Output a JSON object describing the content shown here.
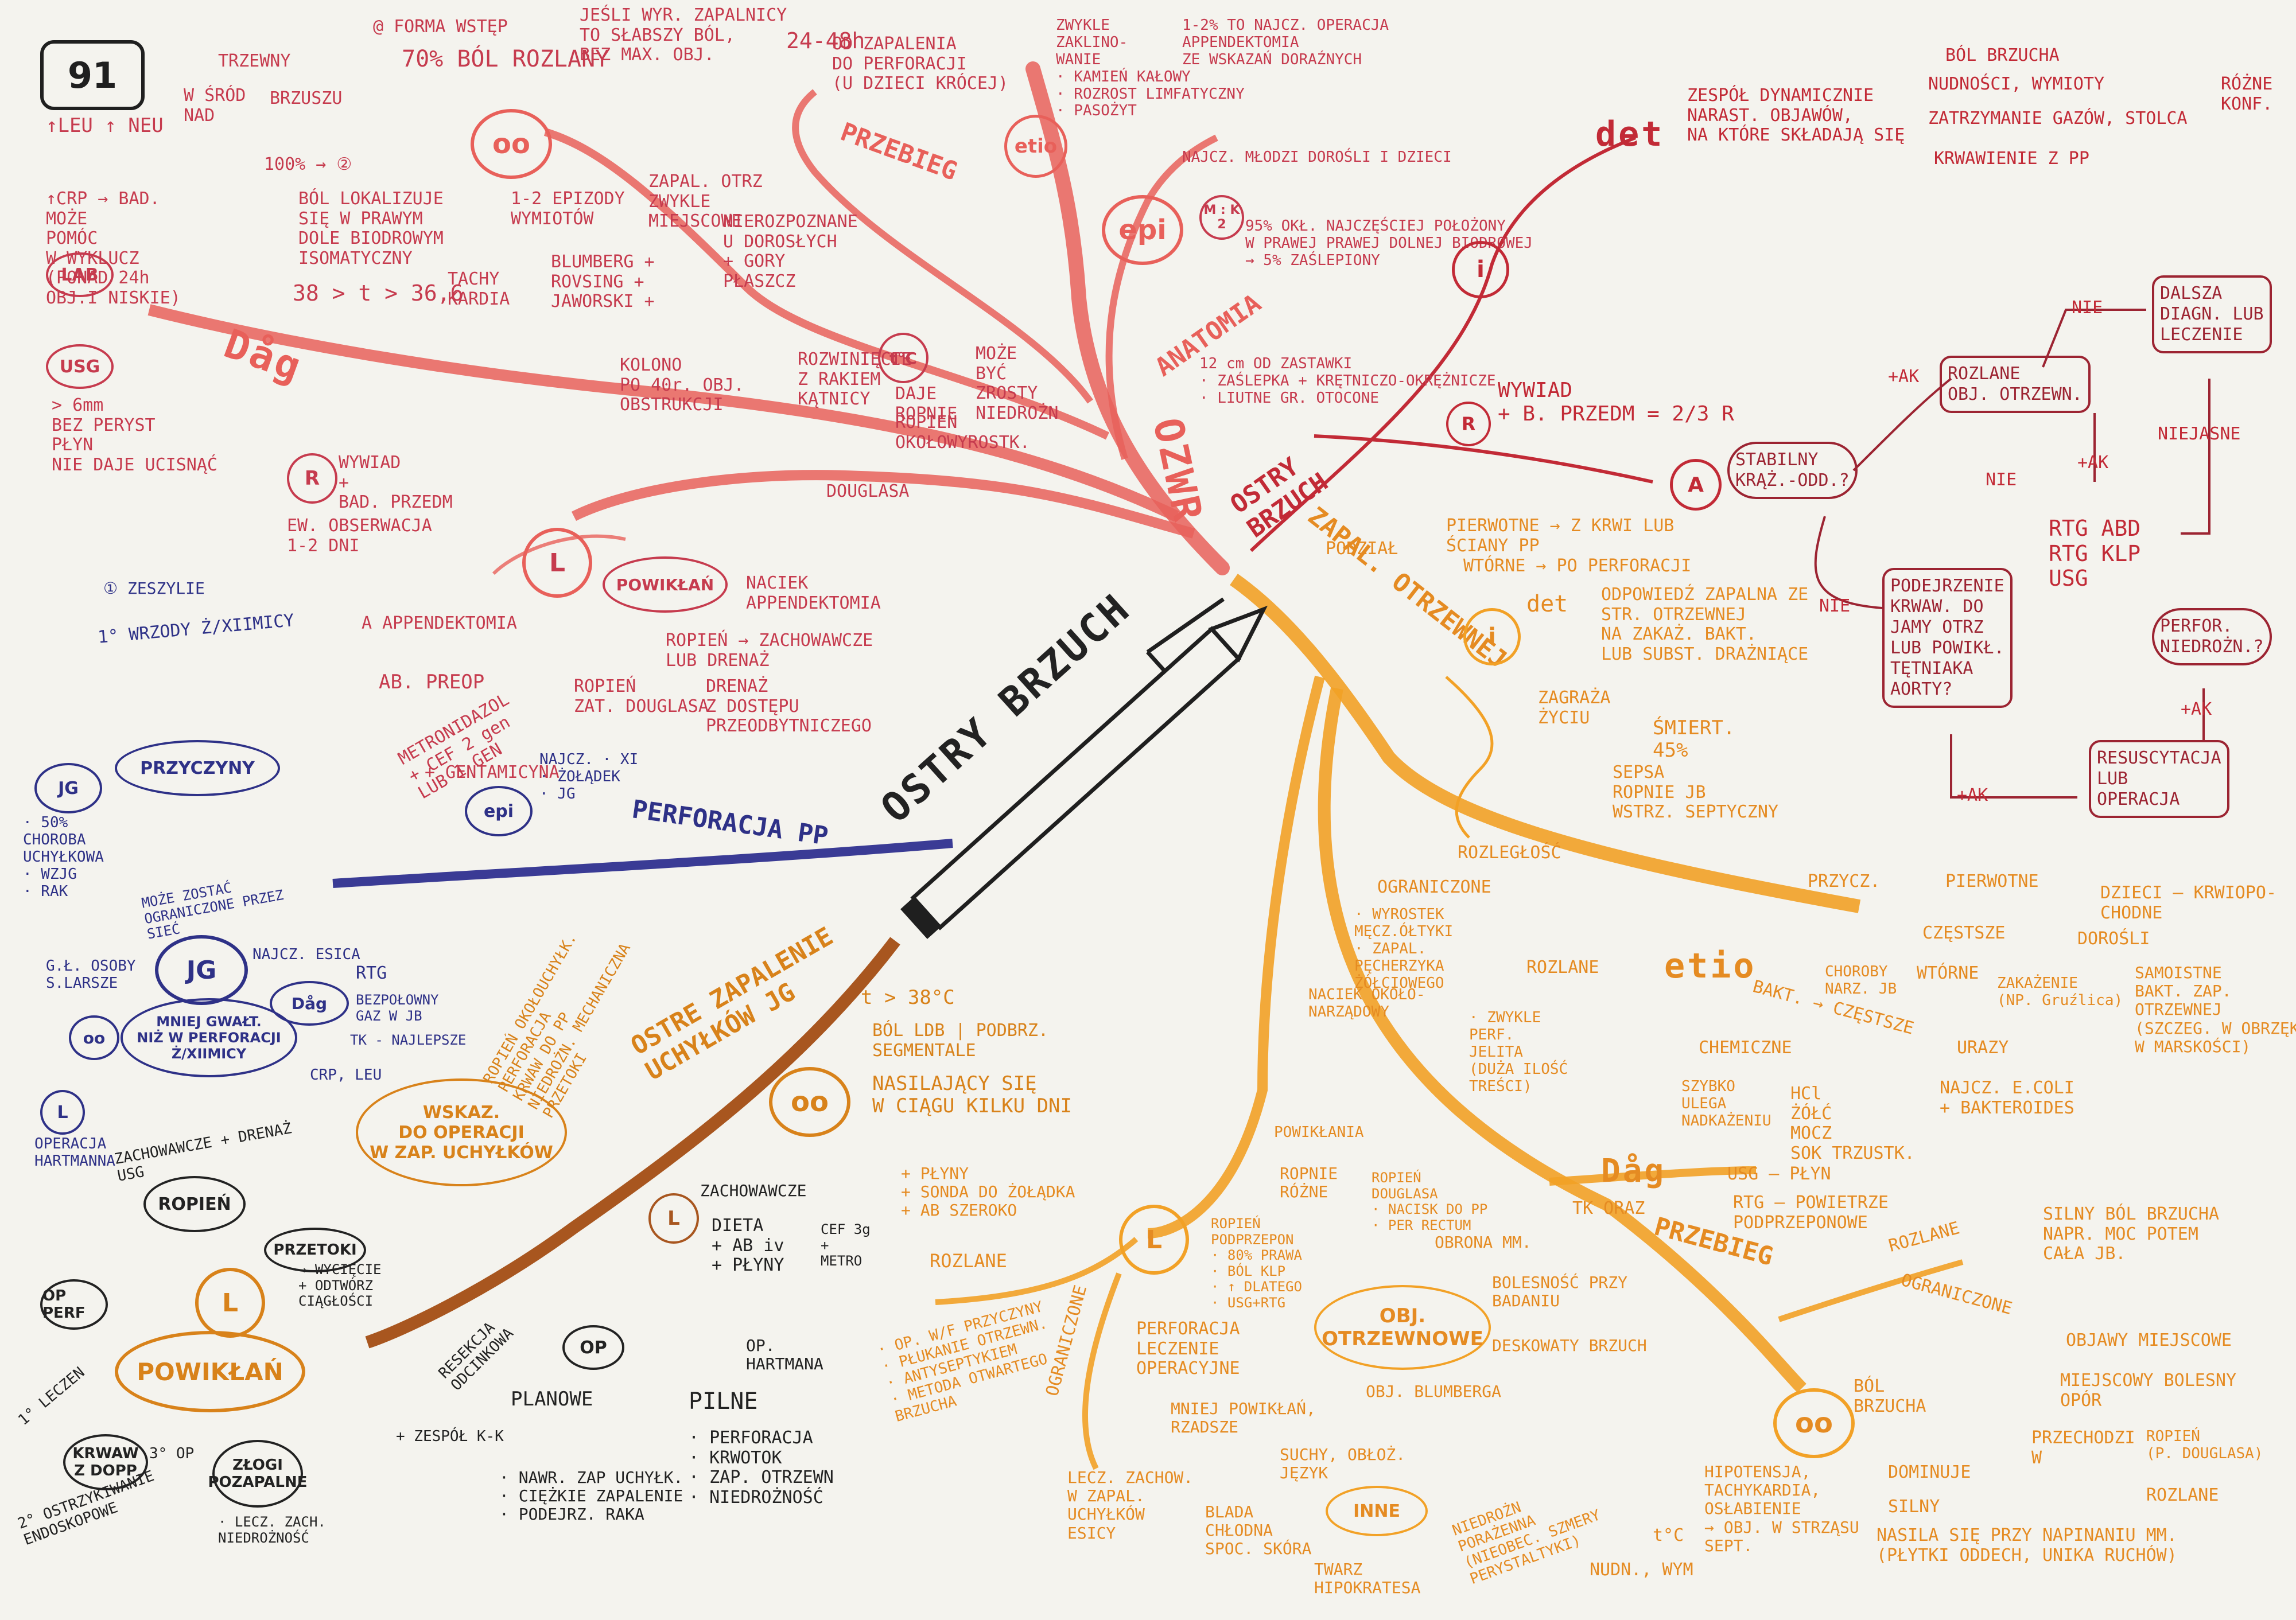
{
  "page_number": "91",
  "center": {
    "title": "OSTRY BRZUCH"
  },
  "colors": {
    "red": "#c63b4e",
    "salmon": "#e8605a",
    "crimson": "#c22a36",
    "orange": "#e58b22",
    "brown": "#a8561f",
    "navy": "#2e3187",
    "ink": "#222222"
  },
  "branches": {
    "ozwr": {
      "label": "OZWR",
      "oo": "oo",
      "pain_forma": "@ FORMA WSTĘP",
      "pain_pct": "70% BÓL ROZLANY",
      "pain_note": "JEŚLI WYR. ZAPALNICY\nTO SŁABSZY BÓL,\nBEZ MAX. OBJ.",
      "trzewny": "TRZEWNY",
      "w_srod": "W ŚRÓD\nNAD",
      "brzuszu": "BRZUSZU",
      "pct100": "100% → ②",
      "bol_lok": "BÓL LOKALIZUJE\nSIĘ W PRAWYM\nDOLE BIODROWYM\nISOMATYCZNY",
      "epizody": "1-2 EPIZODY\nWYMIOTÓW",
      "temp": "38 > t > 36,6",
      "tachy": "TACHY\nKARDIA",
      "blumberg": "BLUMBERG +\nROVSING +\nJAWORSKI +",
      "przebieg": "PRZEBIEG",
      "h24_48": "24-48h",
      "od_zapal": "OD ZAPALENIA\nDO PERFORACJI\n(U DZIECI KRÓCEJ)",
      "zapal_otrz": "ZAPAL. OTRZ\nZWYKLE\nMIEJSCOWE",
      "nierozpoznane": "NIEROZPOZNANE\nU DOROSŁYCH\n+ GORY\nPŁASZCZ",
      "rozwiniecie": "ROZWINIĘCIE\nZ RAKIEM\nKĄTNICY",
      "kolono": "KOLONO\nPO 40r. OBJ.\nOBSTRUKCJI",
      "ropien": "ROPIEŃ\nOKOŁOWYROSTK.",
      "duglasa": "DOUGLASA",
      "t0": "t°C",
      "daje_ropnie": "DAJE\nROPNIE",
      "moze_byc": "MOŻE\nBYĆ\nZROSTY\nNIEDROŻN",
      "etio": "etio",
      "zwykle_zaklin": "ZWYKLE\nZAKLINO-\nWANIE\n· KAMIEŃ KAŁOWY\n· ROZROST LIMFATYCZNY\n· PASOŻYT",
      "appendektomia": "1-2% TO NAJCZ. OPERACJA\nAPPENDEKTOMIA\nZE WSKAZAŃ DORAŹNYCH",
      "epi": "epi",
      "najcz_mlodzi": "NAJCZ. MŁODZI DOROŚLI I DZIECI",
      "mk2": "M : K\n2",
      "anatomia": "ANATOMIA",
      "anatomia_note": "95% OKŁ. NAJCZĘŚCIEJ POŁOŻONY\nW PRAWEJ PRAWEJ DOLNEJ BIODROWEJ\n→ 5% ZAŚLEPIONY",
      "anat_list": "12 cm OD ZASTAWKI\n· ZAŚLEPKA + KRĘTNICZO-OKRĘŻNICZE\n· LIUTNE GR. OTOCONE",
      "dag": "Dåg",
      "lab": "LAB",
      "crp": "↑CRP → BAD.\nMOŻE\nPOMÓC\nW WYKLUCZ\n(PONAD 24h\nOBJ.I NISKIE)",
      "leu": "↑LEU ↑ NEU",
      "usg": "USG",
      "usg_list": "> 6mm\nBEZ PERYST\nPŁYN\nNIE DAJE UCISNĄĆ",
      "r": "R",
      "wywiad": "WYWIAD\n+\nBAD. PRZEDM",
      "ew_obs": "EW. OBSERWACJA\n1-2 DNI",
      "l": "L",
      "appendektomia_l": "A APPENDEKTOMIA",
      "ab_preop": "AB. PREOP",
      "metronidazol": "METRONIDAZOL\n+ CEF 2 gen\nLUB 1 GEN",
      "gentamicyna": "+ GENTAMICYNA",
      "powiklan": "POWIKŁAŃ",
      "naciek": "NACIEK\nAPPENDEKTOMIA",
      "ropien_zach": "ROPIEŃ → ZACHOWAWCZE\nLUB DRENAŻ",
      "ropien_doug": "ROPIEŃ\nZAT. DOUGLASA",
      "drenaz": "DRENAŻ\nZ DOSTĘPU\nPRZEODBYTNICZEGO"
    },
    "ostry_brzuch": {
      "label": "OSTRY\nBRZUCH",
      "i": "i",
      "det": "det",
      "det_text": "ZESPÓŁ DYNAMICZNIE\nNARAST. OBJAWÓW,\nNA KTÓRE SKŁADAJĄ SIĘ",
      "objawy": [
        "BÓL BRZUCHA",
        "NUDNOŚCI, WYMIOTY",
        "ZATRZYMANIE GAZÓW, STOLCA",
        "KRWAWIENIE Z PP"
      ],
      "rozne_konf": "RÓŻNE\nKONF.",
      "r": "R",
      "r_text": "WYWIAD\n+ B. PRZEDM = 2/3 R",
      "a": "A",
      "stabilny": "STABILNY\nKRĄŻ.-ODD.?",
      "tak": "+AK",
      "nie": "NIE",
      "rozlane": "ROZLANE\nOBJ. OTRZEWN.",
      "dalsza": "DALSZA\nDIAGN. LUB\nLECZENIE",
      "niejasne": "NIEJASNE",
      "rtg": "RTG ABD\nRTG KLP\nUSG",
      "perfor": "PERFOR.\nNIEDROŻN.?",
      "podejrzenie": "PODEJRZENIE\nKRWAW. DO\nJAMY OTRZ\nLUB POWIKŁ.\nTĘTNIAKA\nAORTY?",
      "resuscytacja": "RESUSCYTACJA\nLUB\nOPERACJA"
    },
    "zapal_otrzewnej": {
      "label": "ZAPAL. OTRZEWNEJ",
      "podzial": "PODZIAŁ",
      "pierwotne": "PIERWOTNE → Z KRWI LUB\nŚCIANY PP",
      "wtorne": "WTÓRNE → PO PERFORACJI",
      "i": "i",
      "det": "det",
      "det_text": "ODPOWIEDŹ ZAPALNA ZE\nSTR. OTRZEWNEJ\nNA ZAKAŻ. BAKT.\nLUB SUBST. DRAŻNIĄCE",
      "zagraza": "ZAGRAŻA\nŻYCIU",
      "smiert": "ŚMIERT.\n45%",
      "sepsa": "SEPSA\nROPNIE JB\nWSTRZ. SEPTYCZNY",
      "roz": "ROZLEGŁOŚĆ",
      "ograniczone": "OGRANICZONE",
      "rozlane": "ROZLANE",
      "wyrostek": "· WYROSTEK\nMĘCZ.ÓŁTYKI\n· ZAPAL.\nPĘCHERZYKA\nŻÓŁCIOWEGO",
      "zwykle_perf": "· ZWYKLE\nPERF.\nJELITA\n(DUŻA ILOŚĆ\nTREŚCI)",
      "naciek_okolo": "NACIEK OKOŁO-\nNARZĄDOWY",
      "przycz": "PRZYCZ.",
      "pierwotne2": "PIERWOTNE",
      "dzieci": "DZIECI – KRWIOPO-\nCHODNE",
      "dorosli": "DOROŚLI",
      "samoistne": "SAMOISTNE\nBAKT. ZAP.\nOTRZEWNEJ\n(SZCZEG. W OBRZĘKU\nW MARSKOŚCI)",
      "czestsze": "CZĘSTSZE",
      "wtorne2": "WTÓRNE",
      "choroby": "CHOROBY\nNARZ. JB",
      "zakazenie": "ZAKAŻENIE\n(NP. Gruźlica)",
      "urazy": "URAZY",
      "etio": "etio",
      "bakt": "BAKT. → CZĘSTSZE",
      "najcz_ecoli": "NAJCZ. E.COLI\n+ BAKTEROIDES",
      "chemiczne": "CHEMICZNE",
      "hcl": "HCl\nŻÓŁĆ\nMOCZ\nSOK TRZUSTK.",
      "szybko": "SZYBKO\nULEGA\nNADKAŻENIU",
      "dag": "Dåg",
      "usg_plyn": "USG – PŁYN",
      "rtg_pow": "RTG – POWIETRZE\nPODPRZEPONOWE",
      "tk_ct": "TK ORAZ",
      "przebieg": "PRZEBIEG",
      "rozlane2": "ROZLANE",
      "silny_bol": "SILNY BÓL BRZUCHA\nNAPR. MOC POTEM\nCAŁA JB.",
      "ograniczone2": "OGRANICZONE",
      "objawy_miejsc": "OBJAWY MIEJSCOWE",
      "miejscowy_opor": "MIEJSCOWY BOLESNY\nOPÓR",
      "przechodzi": "PRZECHODZI\nW",
      "ropien": "ROPIEŃ\n(P. DOUGLASA)",
      "rozlane3": "ROZLANE",
      "oo": "oo",
      "bol_brzucha": "BÓL\nBRZUCHA",
      "dominuje": "DOMINUJE",
      "silny": "SILNY",
      "nasila": "NASILA SIĘ PRZY NAPINANIU MM.\n(PŁYTKI ODDECH, UNIKA RUCHÓW)",
      "hipotensja": "HIPOTENSJA,\nTACHYKARDIA,\nOSŁABIENIE\n→ OBJ. W STRZĄSU\nSEPT.",
      "t0": "t°C",
      "nudn": "NUDN., WYM",
      "niedrozn": "NIEDROŻN\nPORAŻENNA\n(NIEOBEC. SZMERY\nPERYSTALTYKI)",
      "inne": "INNE",
      "suchy": "SUCHY, OBŁOŻ.\nJĘZYK",
      "blada": "BLADA\nCHŁODNA\nSPOC. SKÓRA",
      "twarz": "TWARZ\nHIPOKRATESA",
      "obj_otrz": "OBJ.\nOTRZEWNOWE",
      "bolesnosc": "BOLESNOŚĆ PRZY\nBADANIU",
      "deskowaty": "DESKOWATY BRZUCH",
      "obrona": "OBRONA MM.",
      "obj_blumberga": "OBJ. BLUMBERGA",
      "l": "L",
      "powiklania": "POWIKŁANIA",
      "ropnie_rozne": "ROPNIE\nRÓŻNE",
      "ropien_podprzep": "ROPIEŃ\nPODPRZEPON\n· 80% PRAWA\n· BÓL KLP\n· ↑ DLATEGO\n· USG+RTG",
      "ropien_douglasa": "ROPIEŃ\nDOUGLASA\n· NACISK DO PP\n· PER RECTUM",
      "tplyny": "+ PŁYNY\n+ SONDA DO ŻOŁĄDKA\n+ AB SZEROKO",
      "rozlane4": "ROZLANE",
      "op_w_przyczyny": "· OP. W/F PRZYCZYNY\n· PŁUKANIE OTRZEWN.\n· ANTYSEPTYKIEM\n· METODA OTWARTEGO\nBRZUCHA",
      "ograniczone3": "OGRANICZONE",
      "perforacja": "PERFORACJA\nLECZENIE\nOPERACYJNE",
      "mniej_pow": "MNIEJ POWIKŁAŃ,\nRZADSZE",
      "lecz_zach": "LECZ. ZACHOW.\nW ZAPAL.\nUCHYŁKÓW\nESICY"
    },
    "uchylkow": {
      "label": "OSTRE ZAPALENIE\nUCHYŁKÓW JG",
      "oo": "oo",
      "t38": "t > 38°C",
      "bol_ldb": "BÓL LDB | PODBRZ.\nSEGMENTALE",
      "nasilajacy": "NASILAJĄCY SIĘ\nW CIĄGU KILKU DNI",
      "powiklan_mid": "ROPIEŃ OKOŁOUCHYŁK.\nPERFORACJA\nKRWAW DO PP\nNIEDROŻN. MECHANICZNA\nPRZETOKI",
      "wskaz": "WSKAZ.\nDO OPERACJI\nW ZAP. UCHYŁKÓW",
      "l": "L",
      "zachowawcze": "ZACHOWAWCZE",
      "dieta": "DIETA\n+ AB iv\n+ PŁYNY",
      "cef": "CEF 3g\n+\nMETRO",
      "op": "OP",
      "planowe": "PLANOWE",
      "pilne": "PILNE",
      "hartmana": "OP.\nHARTMANA",
      "resekcja": "RESEKCJA\nODCINKOWA",
      "zespol": "+ ZESPÓŁ K-K",
      "planowe_list": "· NAWR. ZAP UCHYŁK.\n· CIĘŻKIE ZAPALENIE\n· PODEJRZ. RAKA",
      "pilne_list": "· PERFORACJA\n· KRWOTOK\n· ZAP. OTRZEWN\n· NIEDROŻNOŚĆ",
      "powiklan": "POWIKŁAŃ",
      "l2": "L",
      "ropien": "ROPIEŃ",
      "zachowawcze2": "ZACHOWAWCZE + DRENAŻ\nUSG",
      "przetoki": "PRZETOKI",
      "wycieci": "→ WYCIĘCIE\n+ ODTWÓRZ\nCIĄGŁOŚCI",
      "op_perf": "OP\nPERF",
      "krwaw": "KRWAW\nZ DOPP",
      "zlogi": "ZŁOGI\nPOZAPALNE",
      "l_zach": "· LECZ. ZACH.\nNIEDROŻNOŚĆ",
      "l1": "1° LECZEN",
      "l2_": "2° OSTRZYKIWANIE\nENDOSKOPOWE",
      "l3": "3° OP"
    },
    "perforacja": {
      "label": "PERFORACJA PP",
      "epi": "epi",
      "najcz": "NAJCZ. · XI\n· ŻOŁĄDEK\n· JG",
      "przyczyny": "PRZYCZYNY",
      "l_rzeszy": "① ZESZYLIE",
      "wrzody": "1° WRZODY Ż/XIIMICY",
      "jg_small": "JG",
      "jg_list": "· 50%\nCHOROBA\nUCHYŁKOWA\n· WZJG\n· RAK",
      "jg": "JG",
      "moze": "MOŻE ZOSTAĆ\nOGRANICZONE PRZEZ\nSIEĆ",
      "gl": "G.Ł. OSOBY\nS.LARSZE",
      "oo": "oo",
      "mniej": "MNIEJ GWAŁT.\nNIŻ W PERFORACJI\nŻ/XIIMICY",
      "dag": "Dåg",
      "najcz_esica": "NAJCZ. ESICA",
      "rtg": "RTG",
      "gaz": "BEZPOŁOWNY\nGAZ W JB",
      "tk": "TK - NAJLEPSZE",
      "crp": "CRP, LEU",
      "l": "L",
      "hartmann": "OPERACJA\nHARTMANNA"
    }
  }
}
